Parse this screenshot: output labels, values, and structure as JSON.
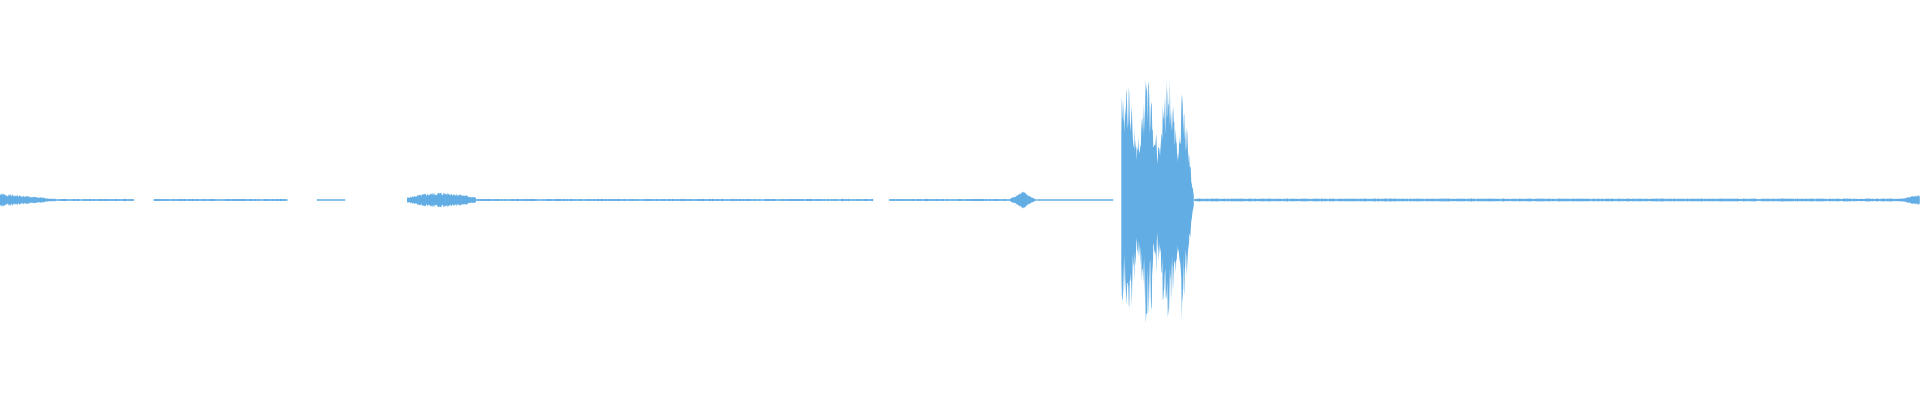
{
  "waveform": {
    "color": "#62ADE3",
    "background": "#ffffff",
    "baseline": "center",
    "segments": [
      {
        "start": 0.0,
        "end": 0.03,
        "amplitude": 0.035,
        "shape": "taper-right",
        "seed": 1
      },
      {
        "start": 0.03,
        "end": 0.07,
        "amplitude": 0.006,
        "shape": "flat",
        "seed": 2
      },
      {
        "start": 0.08,
        "end": 0.15,
        "amplitude": 0.006,
        "shape": "flat",
        "seed": 3
      },
      {
        "start": 0.165,
        "end": 0.18,
        "amplitude": 0.004,
        "shape": "flat",
        "seed": 4
      },
      {
        "start": 0.212,
        "end": 0.248,
        "amplitude": 0.04,
        "shape": "burst",
        "seed": 5
      },
      {
        "start": 0.248,
        "end": 0.455,
        "amplitude": 0.006,
        "shape": "flat",
        "seed": 6
      },
      {
        "start": 0.463,
        "end": 0.525,
        "amplitude": 0.006,
        "shape": "flat",
        "seed": 7
      },
      {
        "start": 0.525,
        "end": 0.54,
        "amplitude": 0.048,
        "shape": "diamond",
        "seed": 8
      },
      {
        "start": 0.54,
        "end": 0.58,
        "amplitude": 0.004,
        "shape": "flat",
        "seed": 9
      },
      {
        "start": 0.584,
        "end": 0.622,
        "amplitude": 0.64,
        "shape": "big-burst",
        "seed": 10
      },
      {
        "start": 0.622,
        "end": 0.995,
        "amplitude": 0.008,
        "shape": "flat",
        "seed": 11
      },
      {
        "start": 0.99,
        "end": 1.0,
        "amplitude": 0.03,
        "shape": "taper-left",
        "seed": 12
      }
    ],
    "gaps": [
      [
        0.07,
        0.08
      ],
      [
        0.15,
        0.165
      ],
      [
        0.18,
        0.212
      ],
      [
        0.455,
        0.463
      ],
      [
        0.58,
        0.584
      ]
    ]
  }
}
